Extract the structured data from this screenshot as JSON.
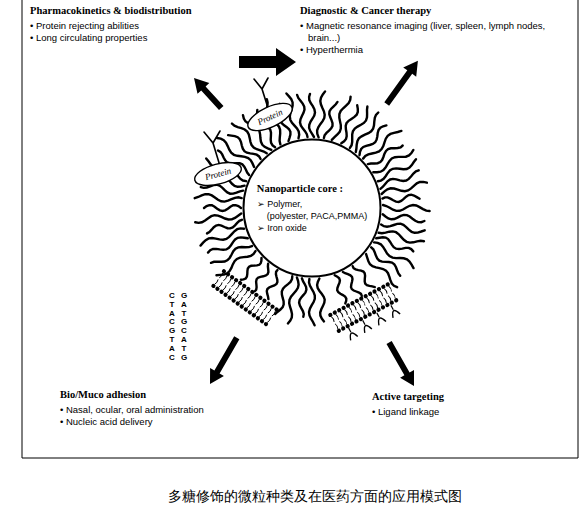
{
  "diagram": {
    "caption": "多糖修饰的微粒种类及在医药方面的应用模式图",
    "nodes": [
      {
        "text": [
          "Pharmacokinetics & biodistribution",
          "• Protein rejecting abilities",
          "• Long circulating properties"
        ]
      },
      {
        "text": [
          "Diagnostic & Cancer therapy",
          "• Magnetic resonance imaging (liver, spleen, lymph nodes, brain...)",
          "• Hyperthermia"
        ]
      },
      {
        "text": [
          "Protein"
        ]
      },
      {
        "text": [
          "Protein"
        ]
      },
      {
        "text": [
          "Nanoparticle core :",
          "➢ Polymer,",
          "(polyester, PACA,PMMA)",
          "➢ Iron oxide"
        ]
      },
      {
        "text": [
          "Bio/Muco adhesion",
          "• Nasal, ocular, oral administration",
          "• Nucleic acid delivery"
        ]
      },
      {
        "text": [
          "Active targeting",
          "• Ligand linkage"
        ]
      }
    ],
    "edges": [
      {
        "from": 0,
        "to": 1,
        "arrow": "to"
      },
      {
        "from": 4,
        "to": 0,
        "arrow": "to"
      },
      {
        "from": 4,
        "to": 1,
        "arrow": "to"
      },
      {
        "from": 4,
        "to": 5,
        "arrow": "to"
      },
      {
        "from": 4,
        "to": 6,
        "arrow": "to"
      }
    ],
    "labels": [
      "CTACGTAC",
      "GATGCATG"
    ]
  }
}
